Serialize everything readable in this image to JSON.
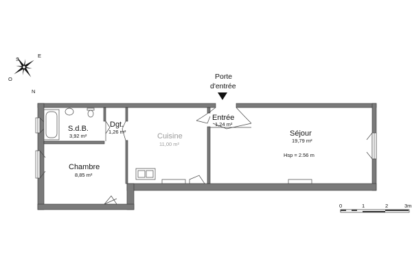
{
  "entrance": {
    "line1": "Porte",
    "line2": "d'entrée"
  },
  "compass": {
    "n": "N",
    "s": "S",
    "e": "E",
    "o": "O"
  },
  "rooms": {
    "sdb": {
      "name": "S.d.B.",
      "area": "3,92 m²"
    },
    "dgt": {
      "name": "Dgt.",
      "area": "1,26 m²"
    },
    "cuisine": {
      "name": "Cuisine",
      "area": "11,00 m²"
    },
    "entree": {
      "name": "Entrée",
      "area": "1,24 m²"
    },
    "sejour": {
      "name": "Séjour",
      "area": "19,79 m²",
      "note": "Hsp = 2.56 m"
    },
    "chambre": {
      "name": "Chambre",
      "area": "8,85 m²"
    }
  },
  "scale": {
    "t0": "0",
    "t1": "1",
    "t2": "2",
    "t3": "3m"
  },
  "colors": {
    "wall": "#7a7a7a",
    "line": "#444444"
  }
}
